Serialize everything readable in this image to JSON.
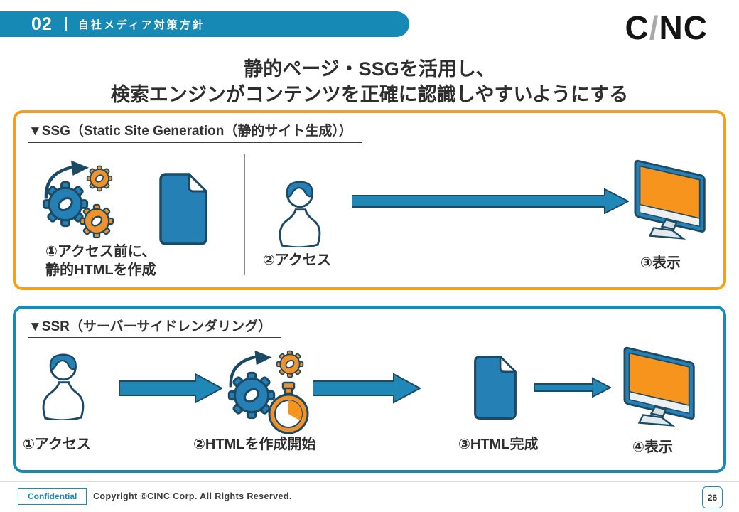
{
  "header": {
    "slide_number": "02",
    "section_title": "自社メディア対策方針",
    "logo": {
      "c1": "C",
      "slash": "/",
      "n": "N",
      "c2": "C"
    }
  },
  "title": {
    "line1": "静的ページ・SSGを活用し、",
    "line2": "検索エンジンがコンテンツを正確に認識しやすいようにする"
  },
  "ssg_box": {
    "heading": "▼SSG（Static Site Generation（静的サイト生成））",
    "steps": [
      {
        "icon": "gears-and-document",
        "label_line1": "①アクセス前に、",
        "label_line2": "静的HTMLを作成"
      },
      {
        "icon": "person",
        "label": "②アクセス"
      },
      {
        "icon": "monitor",
        "label": "③表示"
      }
    ]
  },
  "ssr_box": {
    "heading": "▼SSR（サーバーサイドレンダリング）",
    "steps": [
      {
        "icon": "person",
        "label": "①アクセス"
      },
      {
        "icon": "gears-stopwatch",
        "label": "②HTMLを作成開始"
      },
      {
        "icon": "document",
        "label": "③HTML完成"
      },
      {
        "icon": "monitor",
        "label": "④表示"
      }
    ]
  },
  "footer": {
    "confidential_label": "Confidential",
    "copyright": "Copyright ©CINC Corp. All Rights Reserved.",
    "page_number": "26"
  },
  "colors": {
    "accent_teal": "#1689B5",
    "accent_orange": "#F5A01B",
    "icon_blue": "#2581B5",
    "icon_orange": "#F0922B",
    "screen_orange": "#F7941D",
    "outline_navy": "#1C4A66"
  }
}
